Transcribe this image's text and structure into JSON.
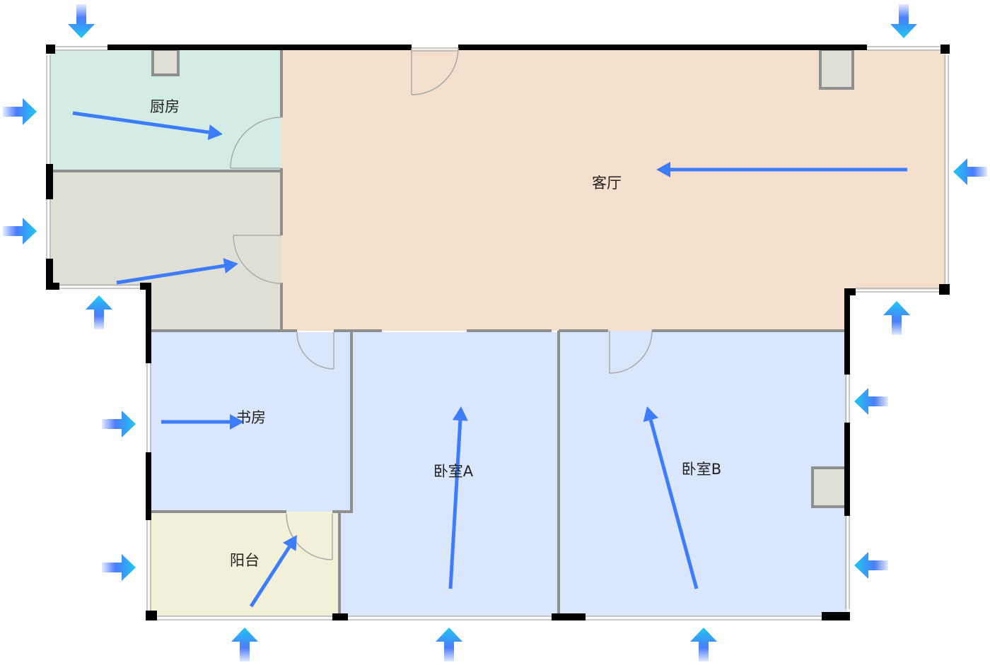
{
  "rooms": {
    "kitchen": {
      "label": "厨房",
      "color": "#d3ece6"
    },
    "corridor": {
      "color": "#dfdfd5"
    },
    "living": {
      "label": "客厅",
      "color": "#f3dfcb"
    },
    "study": {
      "label": "书房",
      "color": "#d9e6fb"
    },
    "bedroom_a": {
      "label": "卧室A",
      "color": "#d9e6fc"
    },
    "bedroom_b": {
      "label": "卧室B",
      "color": "#d9e6fc"
    },
    "balcony": {
      "label": "阳台",
      "color": "#f2f0d9"
    }
  },
  "colors": {
    "flow_arrow": "#3d7bff",
    "airflow_top": "#1ec8f0",
    "airflow_bottom": "#4a7cff",
    "exterior_wall": "#000000",
    "interior_wall": "#8f8f8f"
  }
}
